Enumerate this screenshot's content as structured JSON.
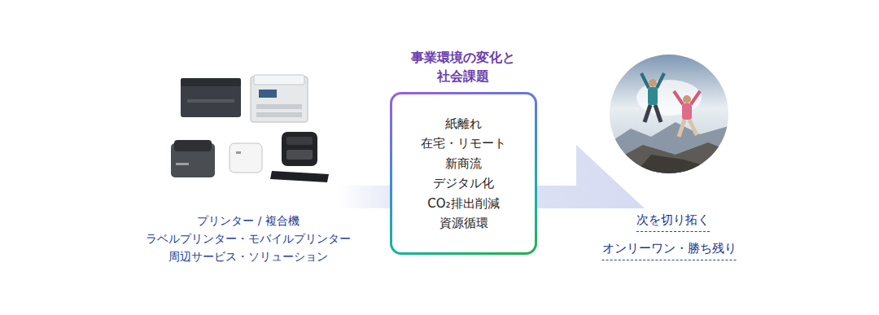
{
  "diagram": {
    "nodes": [
      {
        "text": [
          "事業環境の変化と 社会課題",
          "紙離れ",
          "在宅・リモート",
          "新商流",
          "デジタル化",
          "CO₂排出削減",
          "資源循環"
        ]
      }
    ],
    "labels": [
      "プリンター / 複合機",
      "ラベルプリンター・モバイルプリンター",
      "周辺サービス・ソリューション",
      "次を切り拓く",
      "オンリーワン・勝ち残り"
    ]
  }
}
